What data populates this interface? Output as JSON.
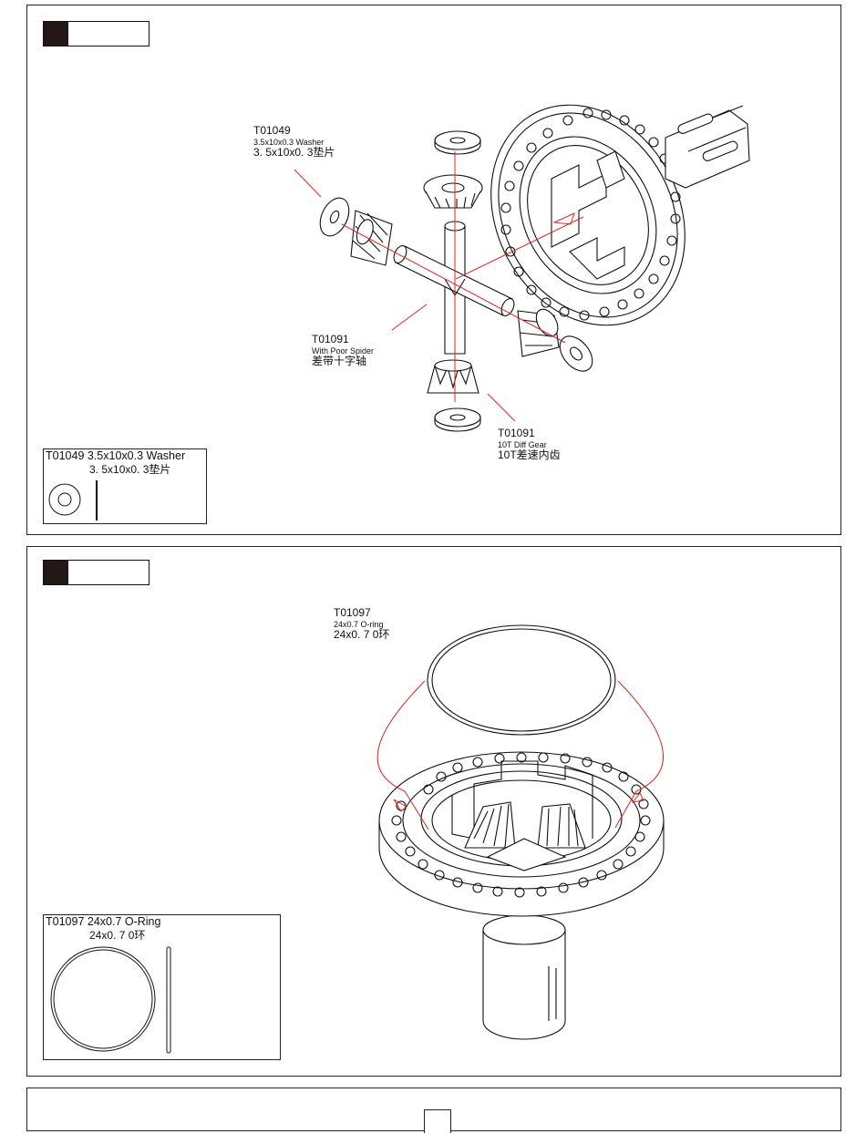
{
  "step1": {
    "callouts": {
      "washer": {
        "code": "T01049",
        "en": "3.5x10x0.3 Washer",
        "cn": "3. 5x10x0. 3垫片"
      },
      "spider": {
        "code": "T01091",
        "en": "With Poor Spider",
        "cn": "差带十字轴"
      },
      "gear": {
        "code": "T01091",
        "en": "10T Diff Gear",
        "cn": "10T差速内齿"
      }
    },
    "partbox": {
      "title": "T01049 3.5x10x0.3 Washer",
      "subtitle": "3. 5x10x0. 3垫片"
    }
  },
  "step2": {
    "callouts": {
      "oring": {
        "code": "T01097",
        "en": "24x0.7 O-ring",
        "cn": "24x0. 7 0环"
      }
    },
    "partbox": {
      "title": "T01097 24x0.7 O-Ring",
      "subtitle": "24x0. 7 0环"
    }
  },
  "colors": {
    "leader": "#e0241b",
    "ink": "#111111",
    "step_block": "#231815"
  },
  "icons": [
    "washer-icon",
    "o-ring-icon",
    "diff-gear-icon",
    "cross-shaft-icon",
    "diff-case-icon"
  ]
}
